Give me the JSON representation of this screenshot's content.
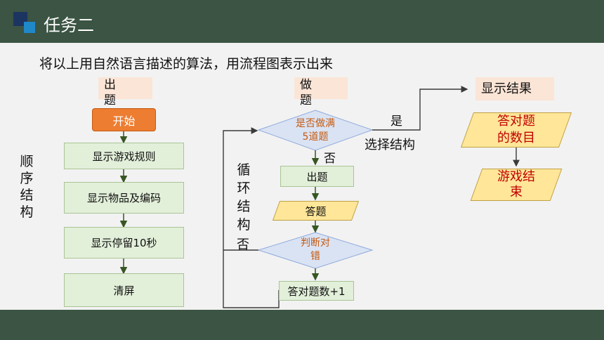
{
  "header": {
    "title": "任务二"
  },
  "description": "将以上用自然语言描述的算法，用流程图表示出来",
  "sequence": {
    "tag": "出题",
    "start": "开始",
    "steps": [
      "显示游戏规则",
      "显示物品及编码",
      "显示停留10秒",
      "清屏"
    ],
    "label_chars": [
      "顺",
      "序",
      "结",
      "构"
    ]
  },
  "loop": {
    "tag": "做题",
    "decision": "是否做满5道题",
    "no_label": "否",
    "yes_label": "是",
    "branch_label": "选择结构",
    "ask": "出题",
    "answer": "答题",
    "judge": "判断对错",
    "increment": "答对题数+1",
    "loop_chars": [
      "循",
      "环",
      "结",
      "构"
    ],
    "judge_no_label": "否"
  },
  "result": {
    "tag": "显示结果",
    "output": "答对题的数目",
    "end": "游戏结束"
  },
  "colors": {
    "header_bg": "#3b5443",
    "start_fill": "#ed7d31",
    "process_fill": "#e2efd9",
    "io_fill": "#ffe699",
    "decision_fill": "#dae3f3",
    "tag_fill": "#fbe5d6",
    "red_text": "#c00000"
  }
}
